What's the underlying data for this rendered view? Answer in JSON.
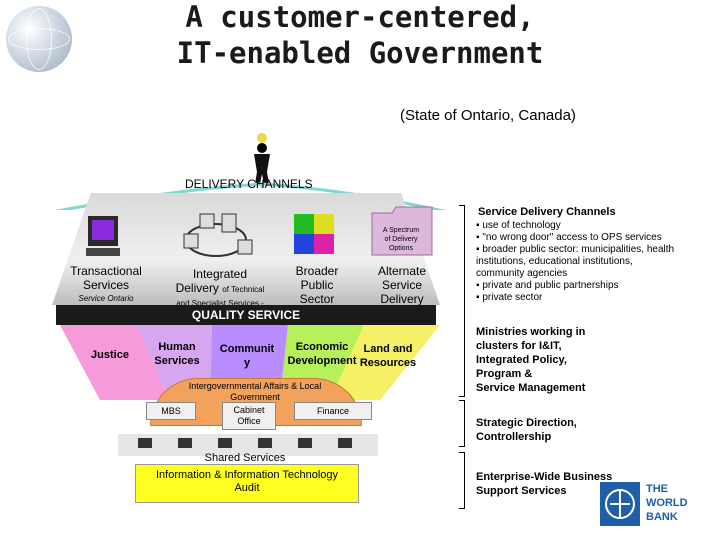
{
  "title": {
    "line1": "A customer-centered,",
    "line2": "IT-enabled Government"
  },
  "subtitle": "(State of Ontario, Canada)",
  "delivery_channels": "DELIVERY CHANNELS",
  "channels": {
    "transactional": {
      "line1": "Transactional",
      "line2": "Services",
      "sub": "Service Ontario"
    },
    "integrated": {
      "line1": "Integrated",
      "line2_a": "Delivery ",
      "line2_b": "of Technical",
      "sub": "and Specialist Services -"
    },
    "broader": {
      "line1": "Broader",
      "line2": "Public",
      "line3": "Sector"
    },
    "alternate": {
      "line1": "Alternate",
      "line2": "Service",
      "line3": "Delivery",
      "spectrum": [
        "A Spectrum",
        "of Delivery",
        "Options"
      ]
    }
  },
  "quality_service": "QUALITY SERVICE",
  "ministries": {
    "justice": "Justice",
    "human_services": [
      "Human",
      "Services"
    ],
    "community": [
      "Communit",
      "y"
    ],
    "economic": [
      "Economic",
      "Development"
    ],
    "land": [
      "Land and",
      "Resources"
    ]
  },
  "intergov": [
    "Intergovernmental Affairs & Local",
    "Government"
  ],
  "mbs": "MBS",
  "cabinet": [
    "Cabinet",
    "Office"
  ],
  "finance": "Finance",
  "shared": {
    "line1": "Shared Services",
    "line2": "Information & Information Technology",
    "line3": "Audit"
  },
  "right": {
    "sdc_title": "Service Delivery Channels",
    "sdc_bullets": [
      "use of  technology",
      "\"no wrong door\" access to OPS services",
      "broader public sector: municipalities, health institutions, educational institutions, community agencies",
      "private and public partnerships",
      "private sector"
    ],
    "ministries_text": [
      "Ministries working in",
      "clusters for I&IT,",
      "Integrated Policy,",
      "Program &",
      "Service Management"
    ],
    "strategic": [
      "Strategic Direction,",
      "Controllership"
    ],
    "enterprise": [
      "Enterprise-Wide Business",
      "Support Services"
    ]
  },
  "logo": [
    "THE",
    "WORLD",
    "BANK"
  ],
  "colors": {
    "qs_bar": "#1a1a1a",
    "dome": "#f2a25c",
    "shared": "#ffff22",
    "wb_blue": "#1f5ea8"
  }
}
